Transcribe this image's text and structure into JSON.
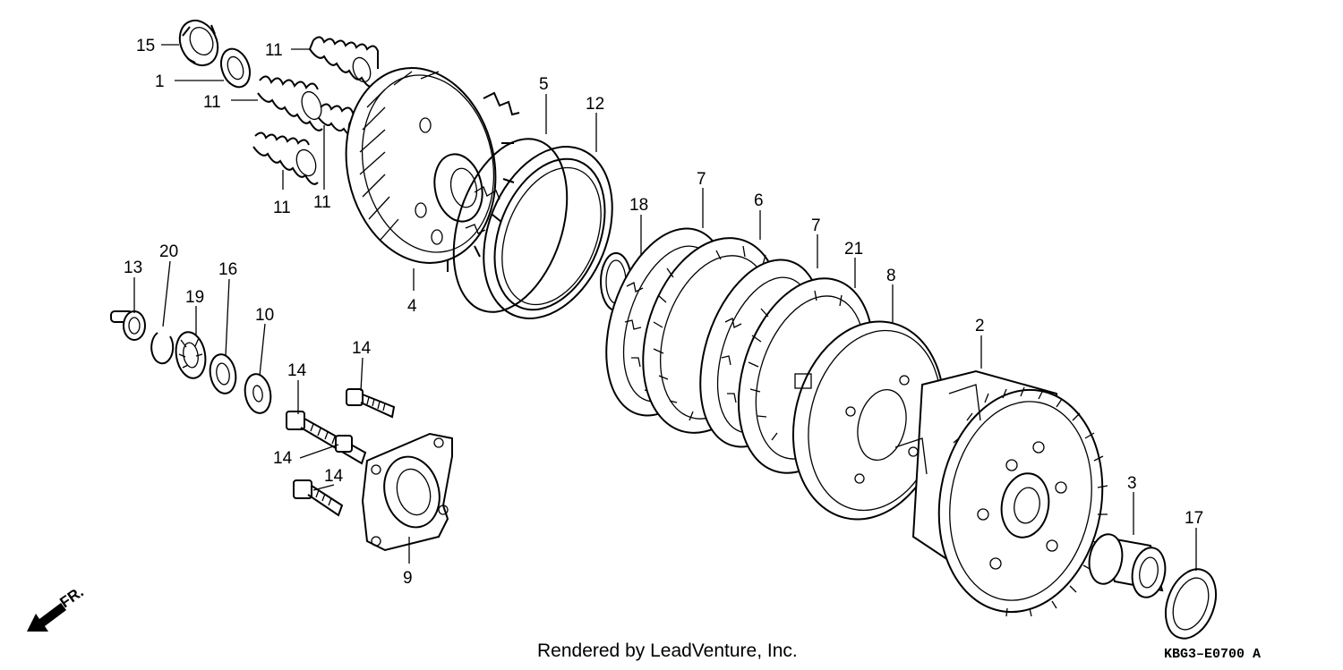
{
  "callouts": {
    "c15": "15",
    "c1": "1",
    "c11a": "11",
    "c11b": "11",
    "c11c": "11",
    "c11d": "11",
    "c5": "5",
    "c12": "12",
    "c4": "4",
    "c13": "13",
    "c20": "20",
    "c19": "19",
    "c16": "16",
    "c10": "10",
    "c14a": "14",
    "c14b": "14",
    "c14c": "14",
    "c14d": "14",
    "c9": "9",
    "c18": "18",
    "c7a": "7",
    "c6": "6",
    "c7b": "7",
    "c21": "21",
    "c8": "8",
    "c2": "2",
    "c3": "3",
    "c17": "17"
  },
  "front_marker": "FR.",
  "credit": "Rendered by LeadVenture, Inc.",
  "diagram_code": "KBG3–E0700 A"
}
